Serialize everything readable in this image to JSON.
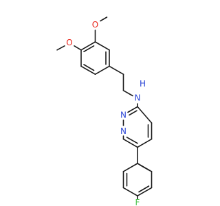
{
  "molecule": {
    "atom_labels": {
      "methoxy_top_o": "O",
      "methoxy_left_o": "O",
      "amine_n": "N",
      "amine_h": "H",
      "pyridazine_n1": "N",
      "pyridazine_n2": "N",
      "fluorine": "F"
    },
    "colors": {
      "oxygen": "#e8251b",
      "nitrogen": "#2b46d6",
      "fluorine": "#4ec34e",
      "bond": "#1a1a1a",
      "background": "#ffffff"
    }
  }
}
